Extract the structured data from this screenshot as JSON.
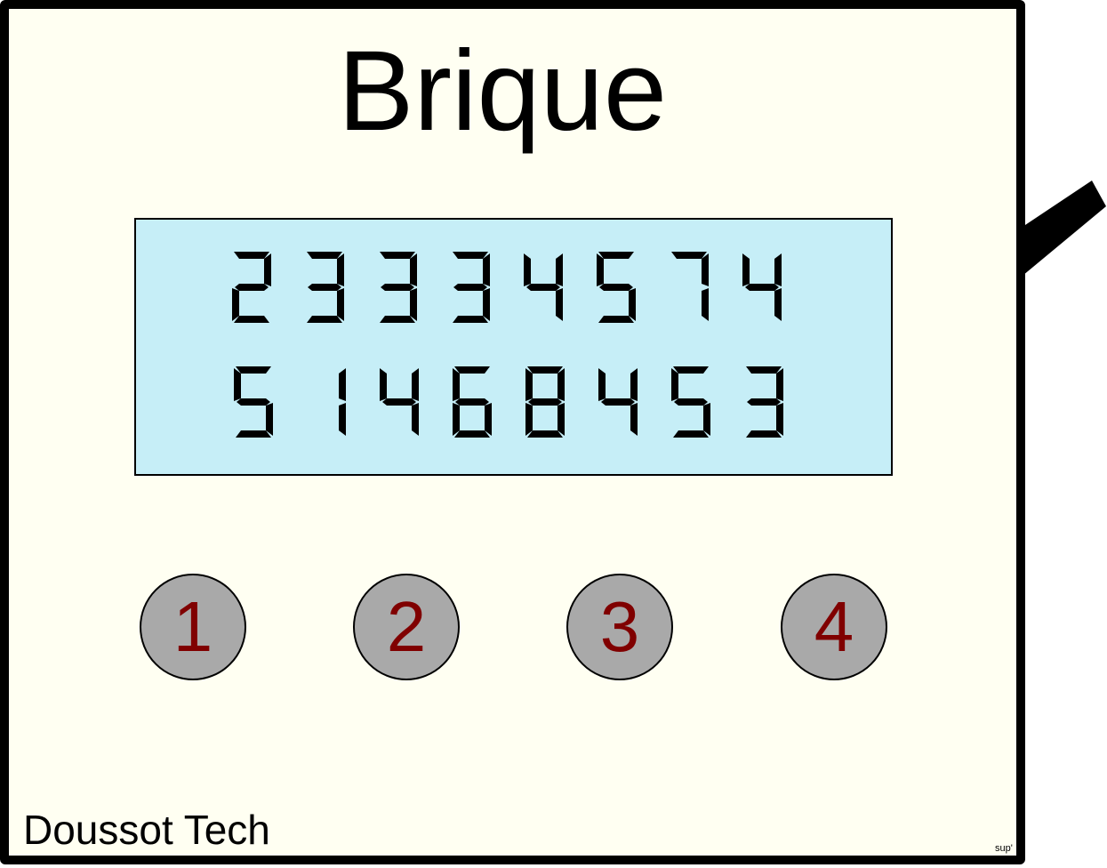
{
  "device": {
    "title": "Brique",
    "brand": "Doussot Tech",
    "mark": "sup'"
  },
  "lcd": {
    "line1": "23334574",
    "line2": "51468453"
  },
  "buttons": [
    {
      "label": "1"
    },
    {
      "label": "2"
    },
    {
      "label": "3"
    },
    {
      "label": "4"
    }
  ],
  "colors": {
    "panel": "#fffff2",
    "lcd_background": "#c6eef7",
    "button_fill": "#a9a9a9",
    "button_text": "#800000"
  }
}
